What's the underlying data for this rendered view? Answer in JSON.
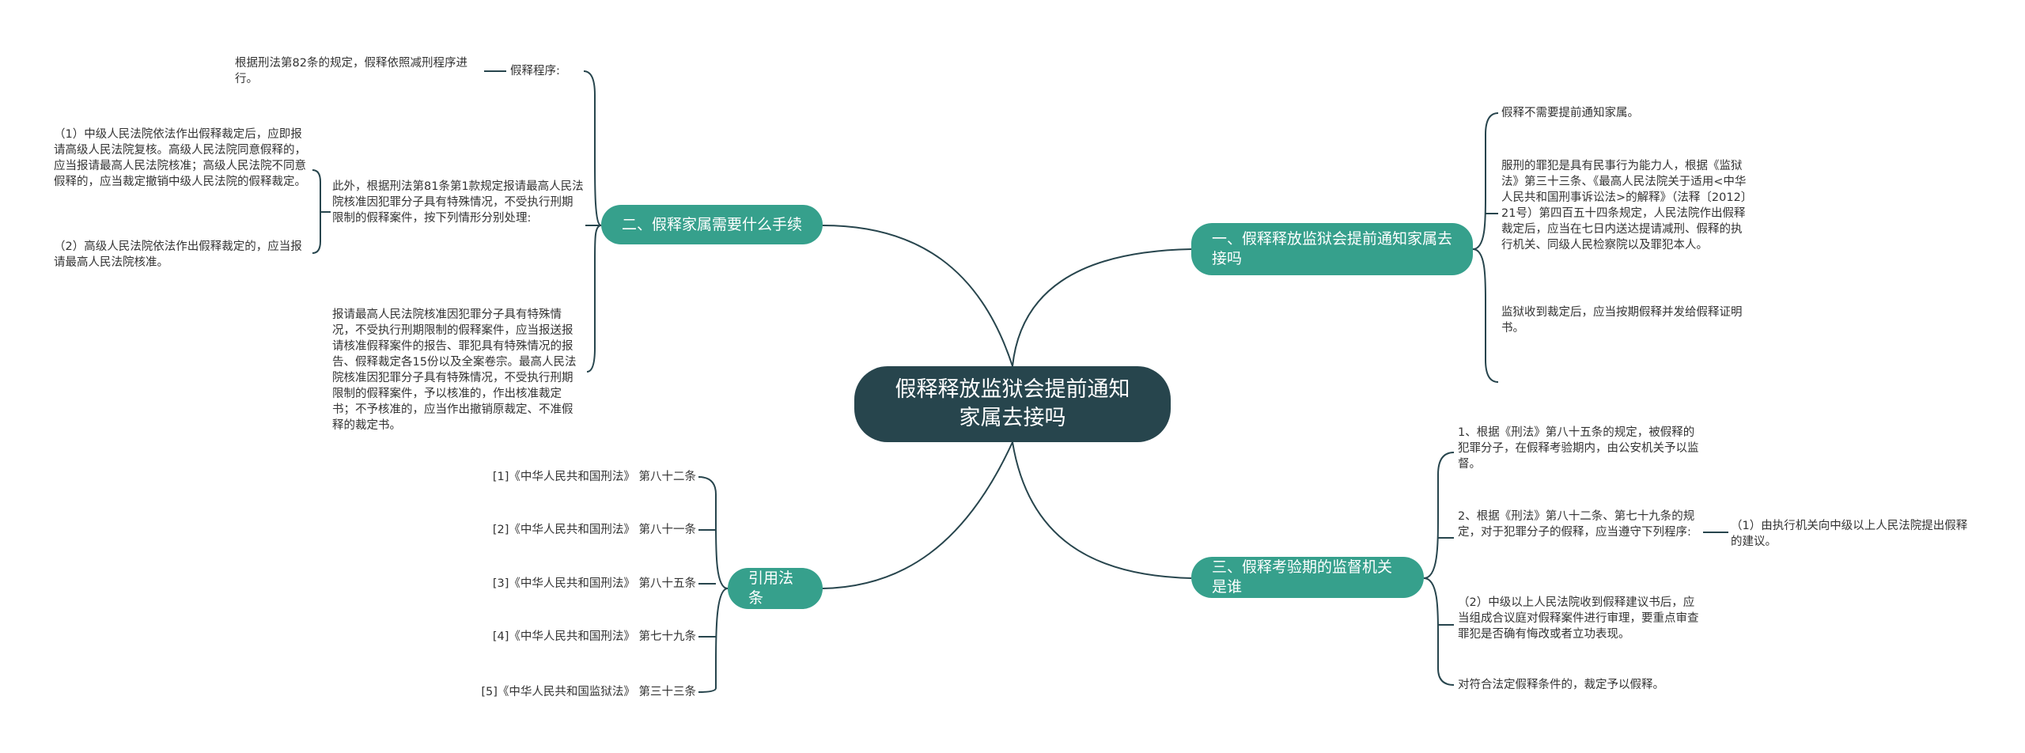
{
  "root": {
    "title": "假释释放监狱会提前通知家属去接吗"
  },
  "branches": {
    "b1": {
      "label": "二、假释家属需要什么手续"
    },
    "b2": {
      "label": "一、假释释放监狱会提前通知家属去接吗"
    },
    "b3": {
      "label": "三、假释考验期的监督机关是谁"
    },
    "b4": {
      "label": "引用法条"
    }
  },
  "left_top": {
    "procedure_label": "假释程序:",
    "procedure_text": "根据刑法第82条的规定，假释依照减刑程序进行。",
    "para81_text": "此外，根据刑法第81条第1款规定报请最高人民法院核准因犯罪分子具有特殊情况，不受执行刑期限制的假释案件，按下列情形分别处理:",
    "sub1": "（1）中级人民法院依法作出假释裁定后，应即报请高级人民法院复核。高级人民法院同意假释的，应当报请最高人民法院核准；高级人民法院不同意假释的，应当裁定撤销中级人民法院的假释裁定。",
    "sub2": "（2）高级人民法院依法作出假释裁定的，应当报请最高人民法院核准。",
    "report_text": "报请最高人民法院核准因犯罪分子具有特殊情况，不受执行刑期限制的假释案件，应当报送报请核准假释案件的报告、罪犯具有特殊情况的报告、假释裁定各15份以及全案卷宗。最高人民法院核准因犯罪分子具有特殊情况，不受执行刑期限制的假释案件，予以核准的，作出核准裁定书；不予核准的，应当作出撤销原裁定、不准假释的裁定书。"
  },
  "right_top": {
    "no_notice": "假释不需要提前通知家属。",
    "rule_text": "服刑的罪犯是具有民事行为能力人，根据《监狱法》第三十三条、《最高人民法院关于适用<中华人民共和国刑事诉讼法>的解释》（法释〔2012〕21号）第四百五十四条规定，人民法院作出假释裁定后，应当在七日内送达提请减刑、假释的执行机关、同级人民检察院以及罪犯本人。",
    "issue_text": "监狱收到裁定后，应当按期假释并发给假释证明书。"
  },
  "right_bottom": {
    "item1": "1、根据《刑法》第八十五条的规定，被假释的犯罪分子，在假释考验期内，由公安机关予以监督。",
    "item2": "2、根据《刑法》第八十二条、第七十九条的规定，对于犯罪分子的假释，应当遵守下列程序:",
    "item2_sub": "（1）由执行机关向中级以上人民法院提出假释的建议。",
    "item3": "（2）中级以上人民法院收到假释建议书后，应当组成合议庭对假释案件进行审理，要重点审查罪犯是否确有悔改或者立功表现。",
    "item4": "对符合法定假释条件的，裁定予以假释。"
  },
  "laws": [
    "[1]《中华人民共和国刑法》 第八十二条",
    "[2]《中华人民共和国刑法》 第八十一条",
    "[3]《中华人民共和国刑法》 第八十五条",
    "[4]《中华人民共和国刑法》 第七十九条",
    "[5]《中华人民共和国监狱法》 第三十三条"
  ],
  "colors": {
    "root_fill": "#27454d",
    "branch_fill": "#36a08c",
    "connector": "#27454d",
    "text": "#333333",
    "background": "#ffffff"
  }
}
